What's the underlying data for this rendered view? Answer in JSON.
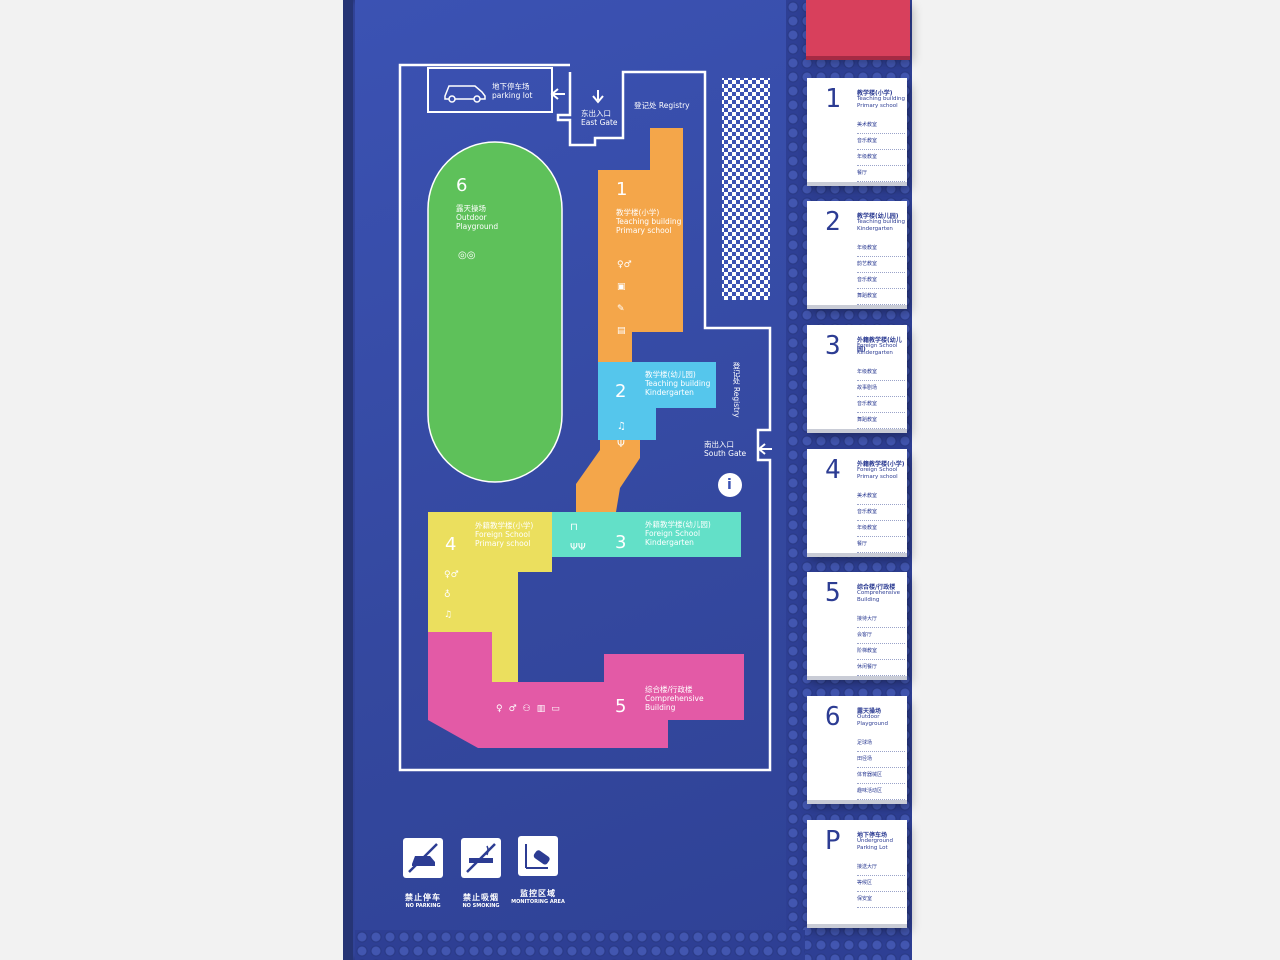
{
  "colors": {
    "board": "#3b52b3",
    "playground": "#5ec15a",
    "building1": "#f4a64a",
    "building2": "#55c6ec",
    "building3": "#63e0c8",
    "building4": "#ebdf5e",
    "building5": "#e35aa6",
    "card_text": "#2c3c93"
  },
  "map": {
    "parking": {
      "cn": "地下停车场",
      "en": "parking lot"
    },
    "east_gate": {
      "cn": "东出入口",
      "en": "East Gate"
    },
    "registry_top": "登记处  Registry",
    "registry_side": "登记处 Registry",
    "south_gate": {
      "cn": "南出入口",
      "en": "South Gate"
    },
    "info_icon": "i",
    "zones": [
      {
        "num": "6",
        "cn": "露天操场",
        "en1": "Outdoor",
        "en2": "Playground"
      },
      {
        "num": "1",
        "cn": "教学楼(小学)",
        "en1": "Teaching building",
        "en2": "Primary school"
      },
      {
        "num": "2",
        "cn": "教学楼(幼儿园)",
        "en1": "Teaching building",
        "en2": "Kindergarten"
      },
      {
        "num": "4",
        "cn": "外籍教学楼(小学)",
        "en1": "Foreign School",
        "en2": "Primary school"
      },
      {
        "num": "3",
        "cn": "外籍教学楼(幼儿园)",
        "en1": "Foreign School",
        "en2": "Kindergarten"
      },
      {
        "num": "5",
        "cn": "综合楼/行政楼",
        "en1": "Comprehensive",
        "en2": "Building"
      }
    ]
  },
  "signs": [
    {
      "cn": "禁止停车",
      "en": "NO PARKING",
      "icon": "no-parking-icon"
    },
    {
      "cn": "禁止吸烟",
      "en": "NO SMOKING",
      "icon": "no-smoking-icon"
    },
    {
      "cn": "监控区域",
      "en": "MONITORING AREA",
      "icon": "camera-icon"
    }
  ],
  "cards": [
    {
      "num": "1",
      "cn": "教学楼(小学)",
      "en": "Teaching building Primary school",
      "rooms": [
        "美术教室",
        "音乐教室",
        "年级教室",
        "餐厅"
      ]
    },
    {
      "num": "2",
      "cn": "教学楼(幼儿园)",
      "en": "Teaching building Kindergarten",
      "rooms": [
        "年级教室",
        "韵艺教室",
        "音乐教室",
        "舞蹈教室"
      ]
    },
    {
      "num": "3",
      "cn": "外籍教学楼(幼儿园)",
      "en": "Foreign School Kindergarten",
      "rooms": [
        "年级教室",
        "故事剧场",
        "音乐教室",
        "舞蹈教室"
      ]
    },
    {
      "num": "4",
      "cn": "外籍教学楼(小学)",
      "en": "Foreign School Primary school",
      "rooms": [
        "美术教室",
        "音乐教室",
        "年级教室",
        "餐厅"
      ]
    },
    {
      "num": "5",
      "cn": "综合楼/行政楼",
      "en": "Comprehensive Building",
      "rooms": [
        "接待大厅",
        "会客厅",
        "阶梯教室",
        "休闲餐厅"
      ]
    },
    {
      "num": "6",
      "cn": "露天操场",
      "en": "Outdoor Playground",
      "rooms": [
        "足球场",
        "田径场",
        "体育器械区",
        "趣味活动区"
      ]
    },
    {
      "num": "P",
      "cn": "地下停车场",
      "en": "Underground Parking Lot",
      "rooms": [
        "接送大厅",
        "等候区",
        "保安室"
      ]
    }
  ]
}
